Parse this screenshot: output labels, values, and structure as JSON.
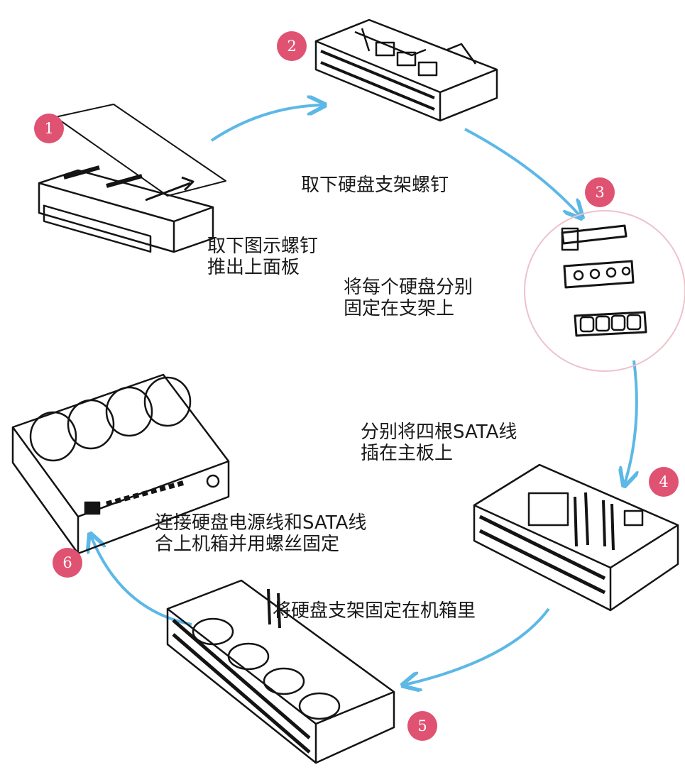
{
  "colors": {
    "badge": "#e05272",
    "arrow": "#5cb8e6",
    "line": "#141414",
    "circle": "#eec2cb"
  },
  "steps": [
    {
      "number": "1",
      "line1": "取下图示螺钉",
      "line2": "推出上面板"
    },
    {
      "number": "2",
      "line1": "取下硬盘支架螺钉",
      "line2": ""
    },
    {
      "number": "3",
      "line1": "将每个硬盘分别",
      "line2": "固定在支架上"
    },
    {
      "number": "4",
      "line1": "分别将四根SATA线",
      "line2": "插在主板上"
    },
    {
      "number": "5",
      "line1": "将硬盘支架固定在机箱里",
      "line2": ""
    },
    {
      "number": "6",
      "line1": "连接硬盘电源线和SATA线",
      "line2": "合上机箱并用螺丝固定"
    }
  ]
}
